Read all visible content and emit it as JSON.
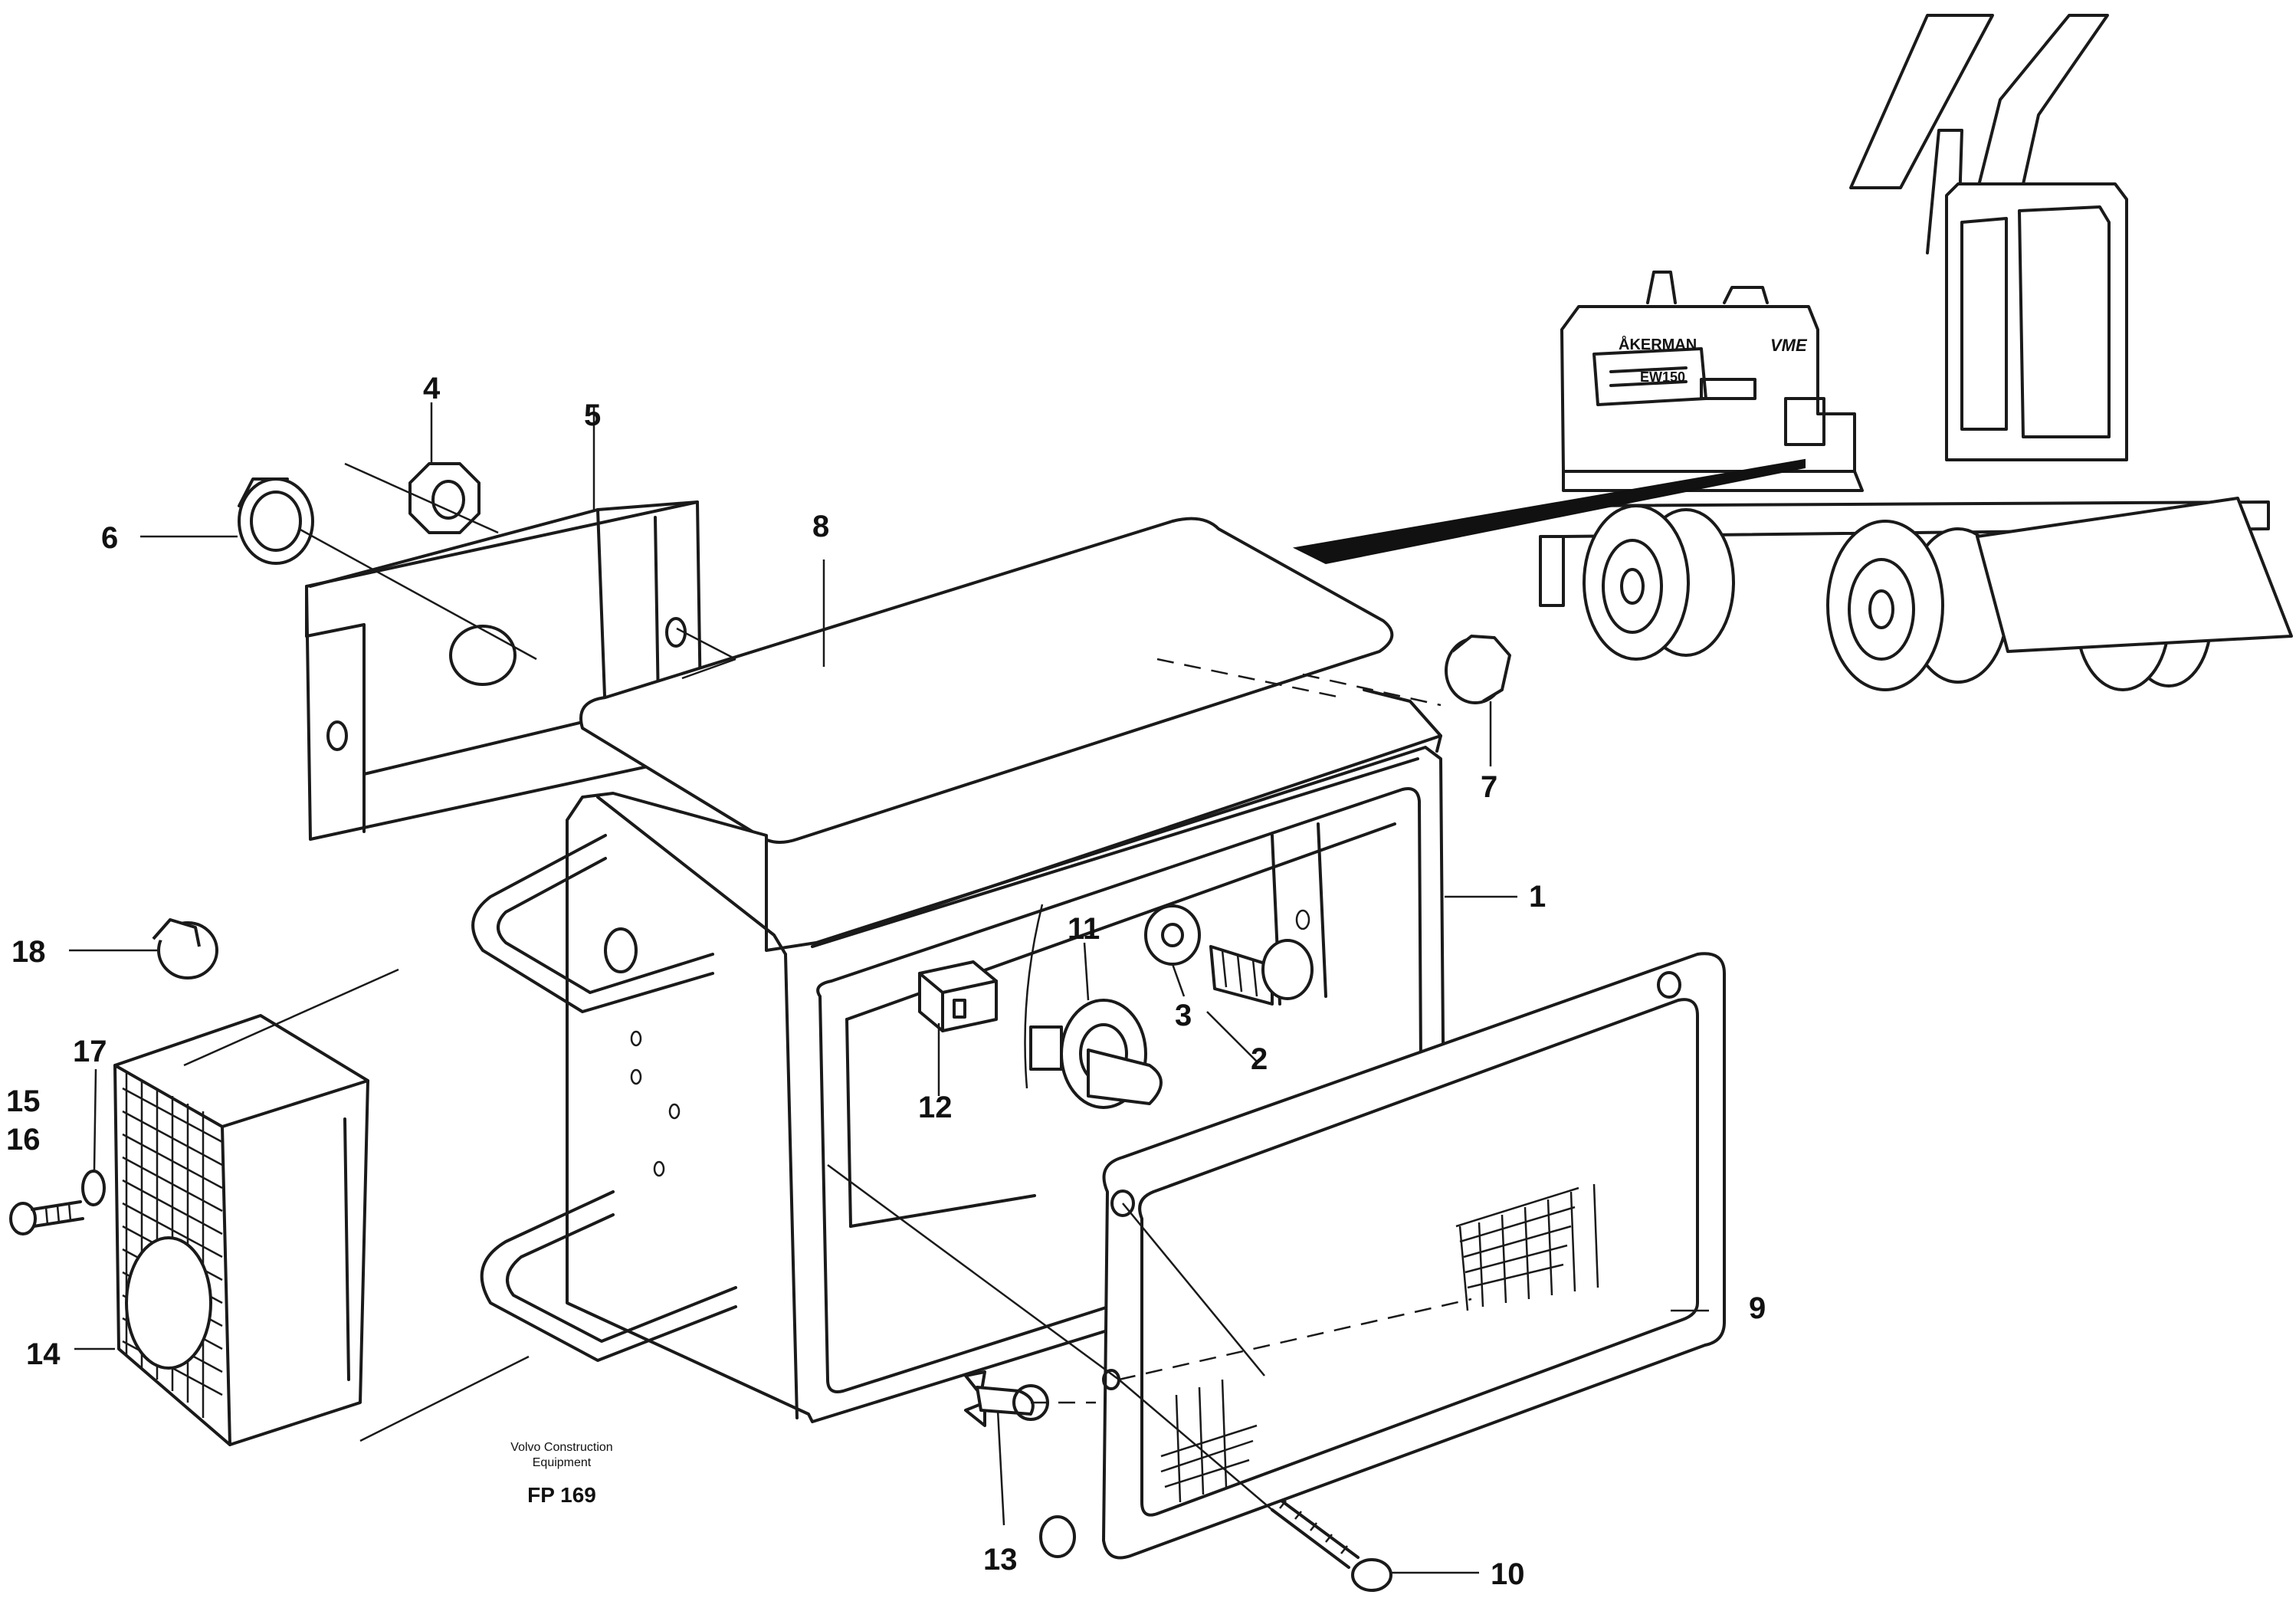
{
  "callouts": [
    {
      "id": "1",
      "label": "1"
    },
    {
      "id": "2",
      "label": "2"
    },
    {
      "id": "3",
      "label": "3"
    },
    {
      "id": "4",
      "label": "4"
    },
    {
      "id": "5",
      "label": "5"
    },
    {
      "id": "6",
      "label": "6"
    },
    {
      "id": "7",
      "label": "7"
    },
    {
      "id": "8",
      "label": "8"
    },
    {
      "id": "9",
      "label": "9"
    },
    {
      "id": "10",
      "label": "10"
    },
    {
      "id": "11",
      "label": "11"
    },
    {
      "id": "12",
      "label": "12"
    },
    {
      "id": "13",
      "label": "13"
    },
    {
      "id": "14",
      "label": "14"
    },
    {
      "id": "15",
      "label": "15"
    },
    {
      "id": "16",
      "label": "16"
    },
    {
      "id": "17",
      "label": "17"
    },
    {
      "id": "18",
      "label": "18"
    }
  ],
  "caption": {
    "line1": "Volvo Construction",
    "line2": "Equipment",
    "code": "FP 169"
  },
  "machine": {
    "brand_text": "ÅKERMAN",
    "model_text": "EW150",
    "logo_text": "VME"
  }
}
